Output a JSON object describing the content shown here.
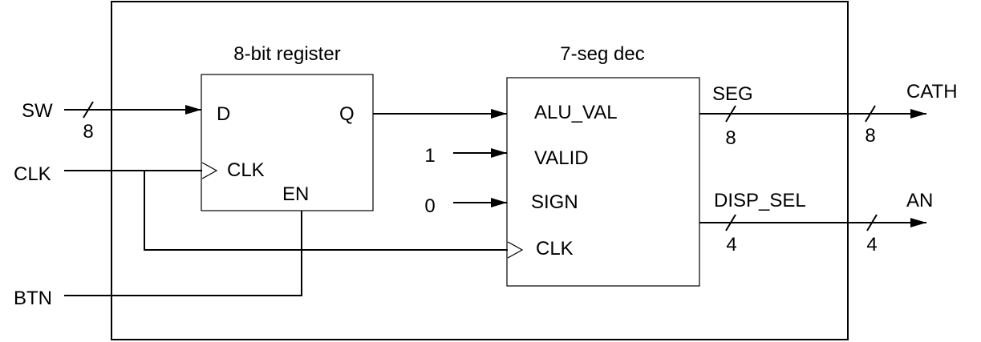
{
  "blocks": {
    "register": {
      "title": "8-bit register",
      "port_d": "D",
      "port_q": "Q",
      "port_clk": "CLK",
      "port_en": "EN"
    },
    "decoder": {
      "title": "7-seg dec",
      "port_alu_val": "ALU_VAL",
      "port_valid": "VALID",
      "port_sign": "SIGN",
      "port_clk": "CLK"
    }
  },
  "inputs": {
    "sw": "SW",
    "sw_width": "8",
    "clk": "CLK",
    "btn": "BTN",
    "valid_const": "1",
    "sign_const": "0"
  },
  "outputs": {
    "seg": "SEG",
    "seg_width": "8",
    "cath": "CATH",
    "cath_width": "8",
    "disp_sel": "DISP_SEL",
    "disp_sel_width": "4",
    "an": "AN",
    "an_width": "4"
  }
}
